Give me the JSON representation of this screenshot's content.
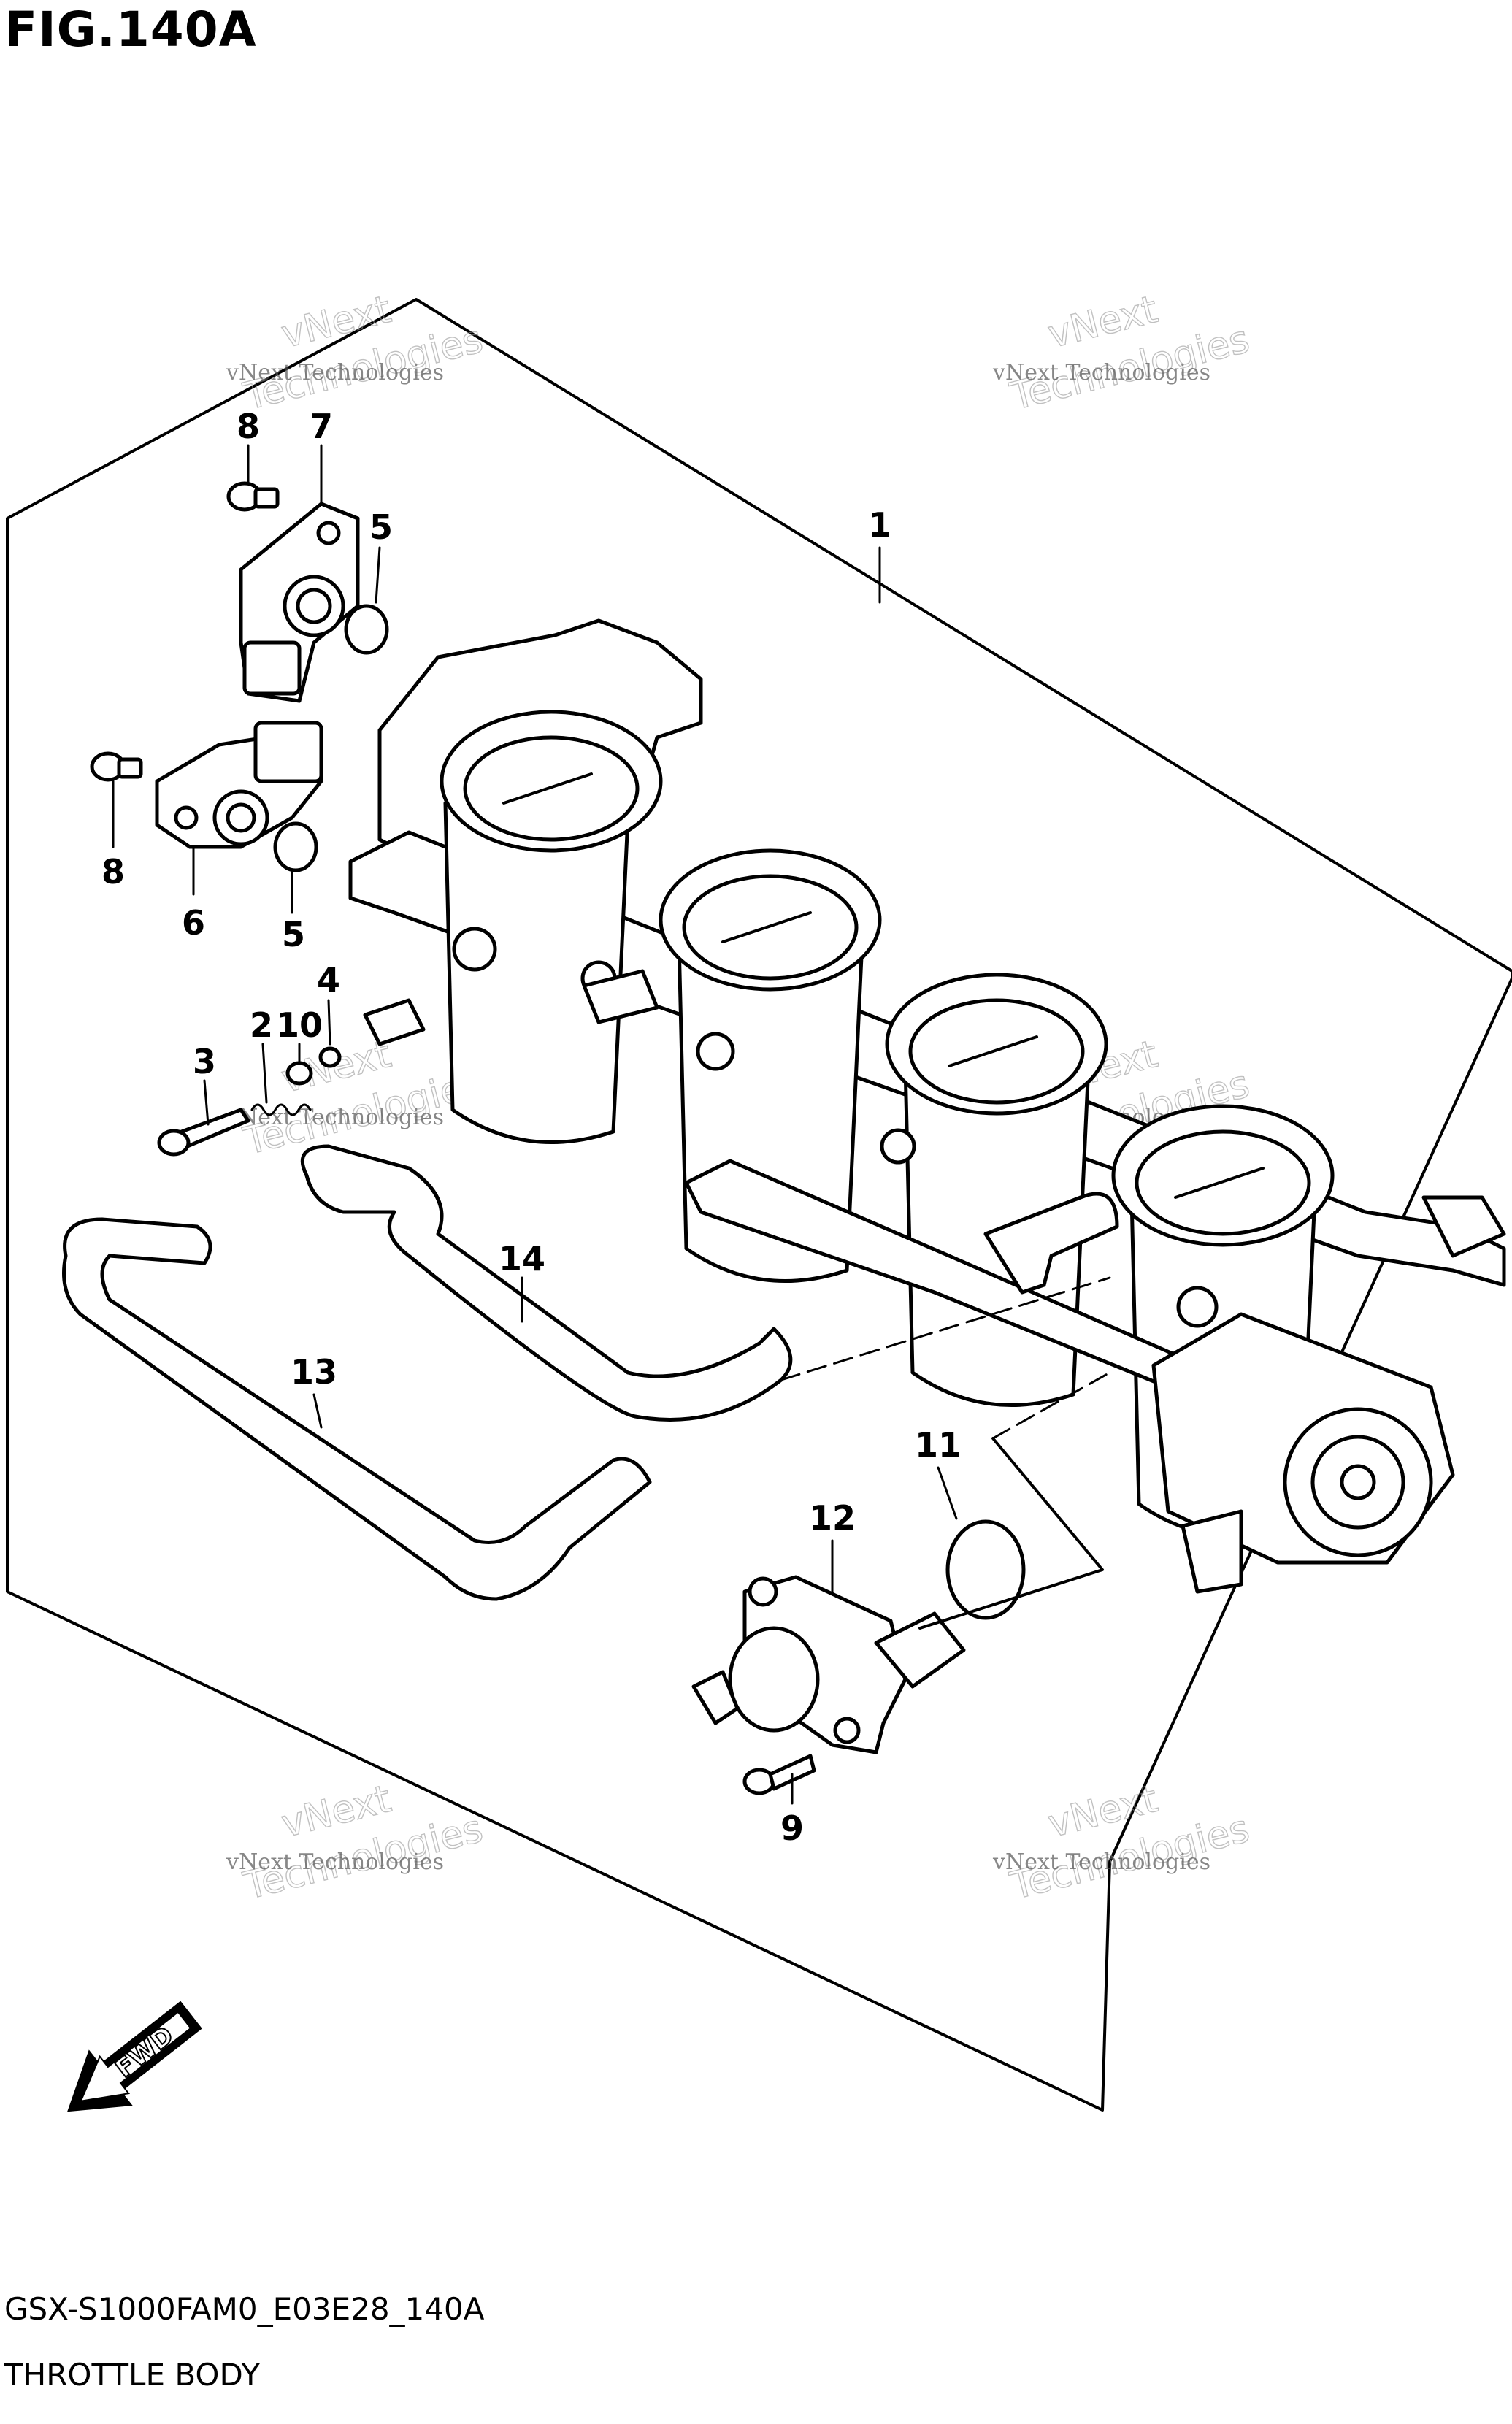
{
  "figure": {
    "title": "FIG.140A",
    "model_code": "GSX-S1000FAM0_E03E28_140A",
    "section_name": "THROTTLE BODY"
  },
  "callouts": [
    {
      "id": "c1",
      "label": "1"
    },
    {
      "id": "c2",
      "label": "2"
    },
    {
      "id": "c3",
      "label": "3"
    },
    {
      "id": "c4",
      "label": "4"
    },
    {
      "id": "c5a",
      "label": "5"
    },
    {
      "id": "c5b",
      "label": "5"
    },
    {
      "id": "c6",
      "label": "6"
    },
    {
      "id": "c7",
      "label": "7"
    },
    {
      "id": "c8a",
      "label": "8"
    },
    {
      "id": "c8b",
      "label": "8"
    },
    {
      "id": "c9",
      "label": "9"
    },
    {
      "id": "c10",
      "label": "10"
    },
    {
      "id": "c11",
      "label": "11"
    },
    {
      "id": "c12",
      "label": "12"
    },
    {
      "id": "c13",
      "label": "13"
    },
    {
      "id": "c14",
      "label": "14"
    }
  ],
  "watermark": {
    "line1": "vNext Technologies",
    "line2": "vNext",
    "line3": "Technologies"
  },
  "direction_badge": {
    "label": "FWD"
  },
  "colors": {
    "ink": "#000000",
    "paper": "#ffffff"
  }
}
